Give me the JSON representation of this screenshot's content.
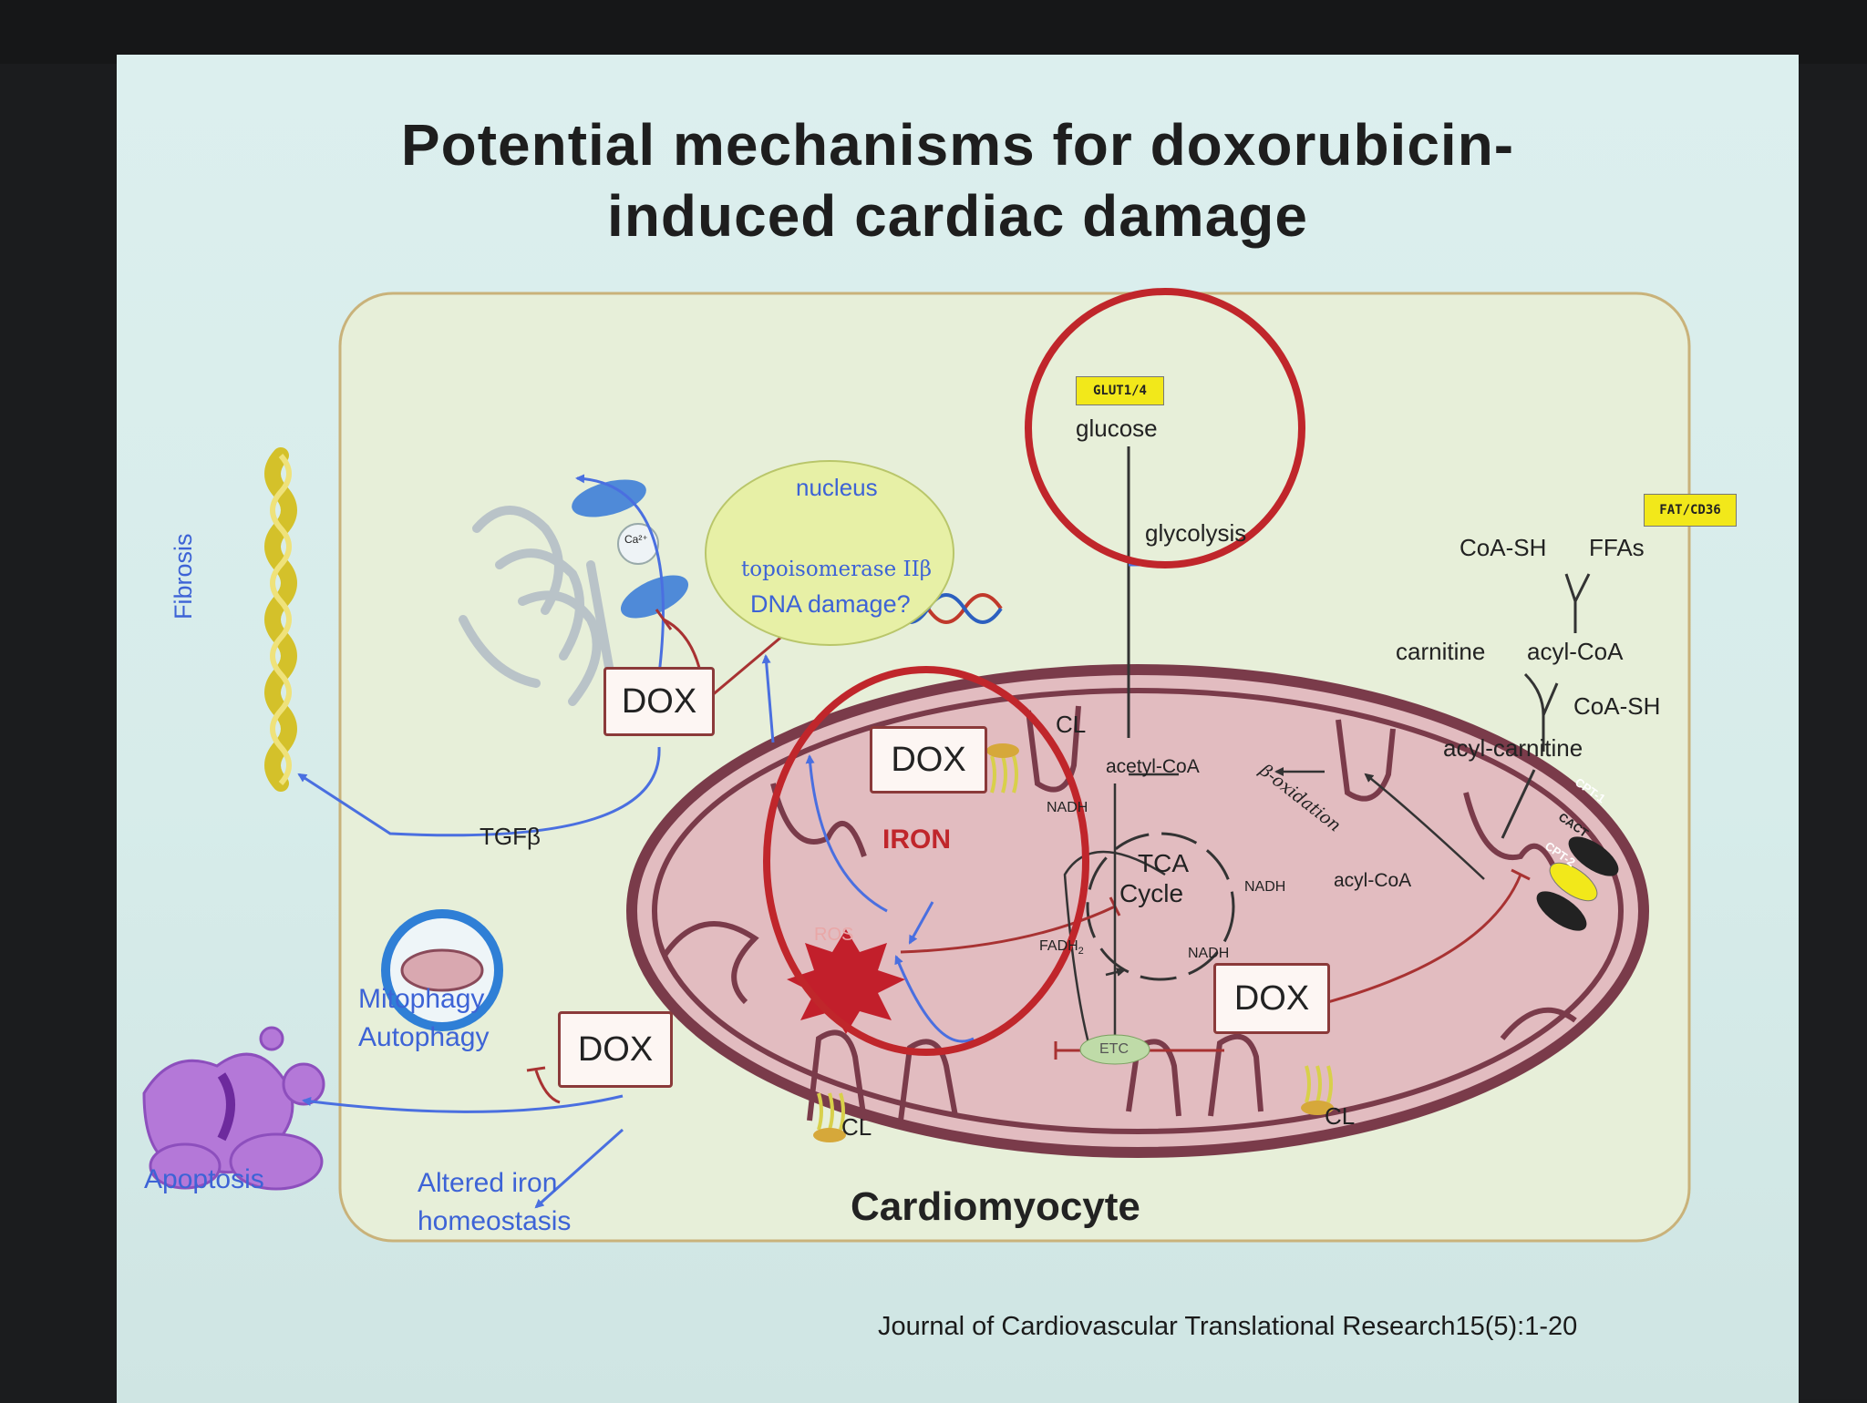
{
  "slide": {
    "title_line1": "Potential mechanisms for doxorubicin-",
    "title_line2": "induced cardiac damage",
    "citation": "Journal of Cardiovascular Translational Research15(5):1-20"
  },
  "diagram": {
    "cell_label": "Cardiomyocyte",
    "dox_label": "DOX",
    "nucleus": {
      "label": "nucleus",
      "topoisomerase": "topoisomerase IIβ",
      "dna_damage": "DNA damage?"
    },
    "glucose_pathway": {
      "transporter": "GLUT1/4",
      "glucose": "glucose",
      "glycolysis": "glycolysis"
    },
    "fatty_acid_pathway": {
      "transporter": "FAT/CD36",
      "coa_sh": "CoA-SH",
      "ffas": "FFAs",
      "carnitine": "carnitine",
      "acyl_coa": "acyl-CoA",
      "coa_sh_2": "CoA-SH",
      "acyl_carnitine": "acyl-carnitine",
      "cpt1": "CPT-1",
      "cact": "CACT",
      "cpt2": "CPT-2",
      "acyl_coa_inner": "acyl-CoA"
    },
    "mitochondrion": {
      "acetyl_coa": "acetyl-CoA",
      "beta_oxidation": "β-oxidation",
      "tca_line1": "TCA",
      "tca_line2": "Cycle",
      "nadh": "NADH",
      "fadh2": "FADH",
      "fadh2_sub": "2",
      "etc": "ETC",
      "cl": "CL",
      "iron": "IRON",
      "ros": "ROS"
    },
    "outcomes": {
      "fibrosis": "Fibrosis",
      "tgfb": "TGFβ",
      "mitophagy": "Mitophagy",
      "autophagy": "Autophagy",
      "apoptosis": "Apoptosis",
      "altered_iron_line1": "Altered iron",
      "altered_iron_line2": "homeostasis",
      "calcium": "Ca²⁺"
    },
    "colors": {
      "cell_fill": "#e7efd9",
      "cell_border": "#c9b27a",
      "mito_fill": "#e2bcc0",
      "mito_border": "#7a3b4a",
      "highlight_circle": "#c0262b",
      "arrow_blue": "#4a6fe0",
      "inhibit_red": "#a83232",
      "tag_yellow": "#f2e81a"
    }
  }
}
